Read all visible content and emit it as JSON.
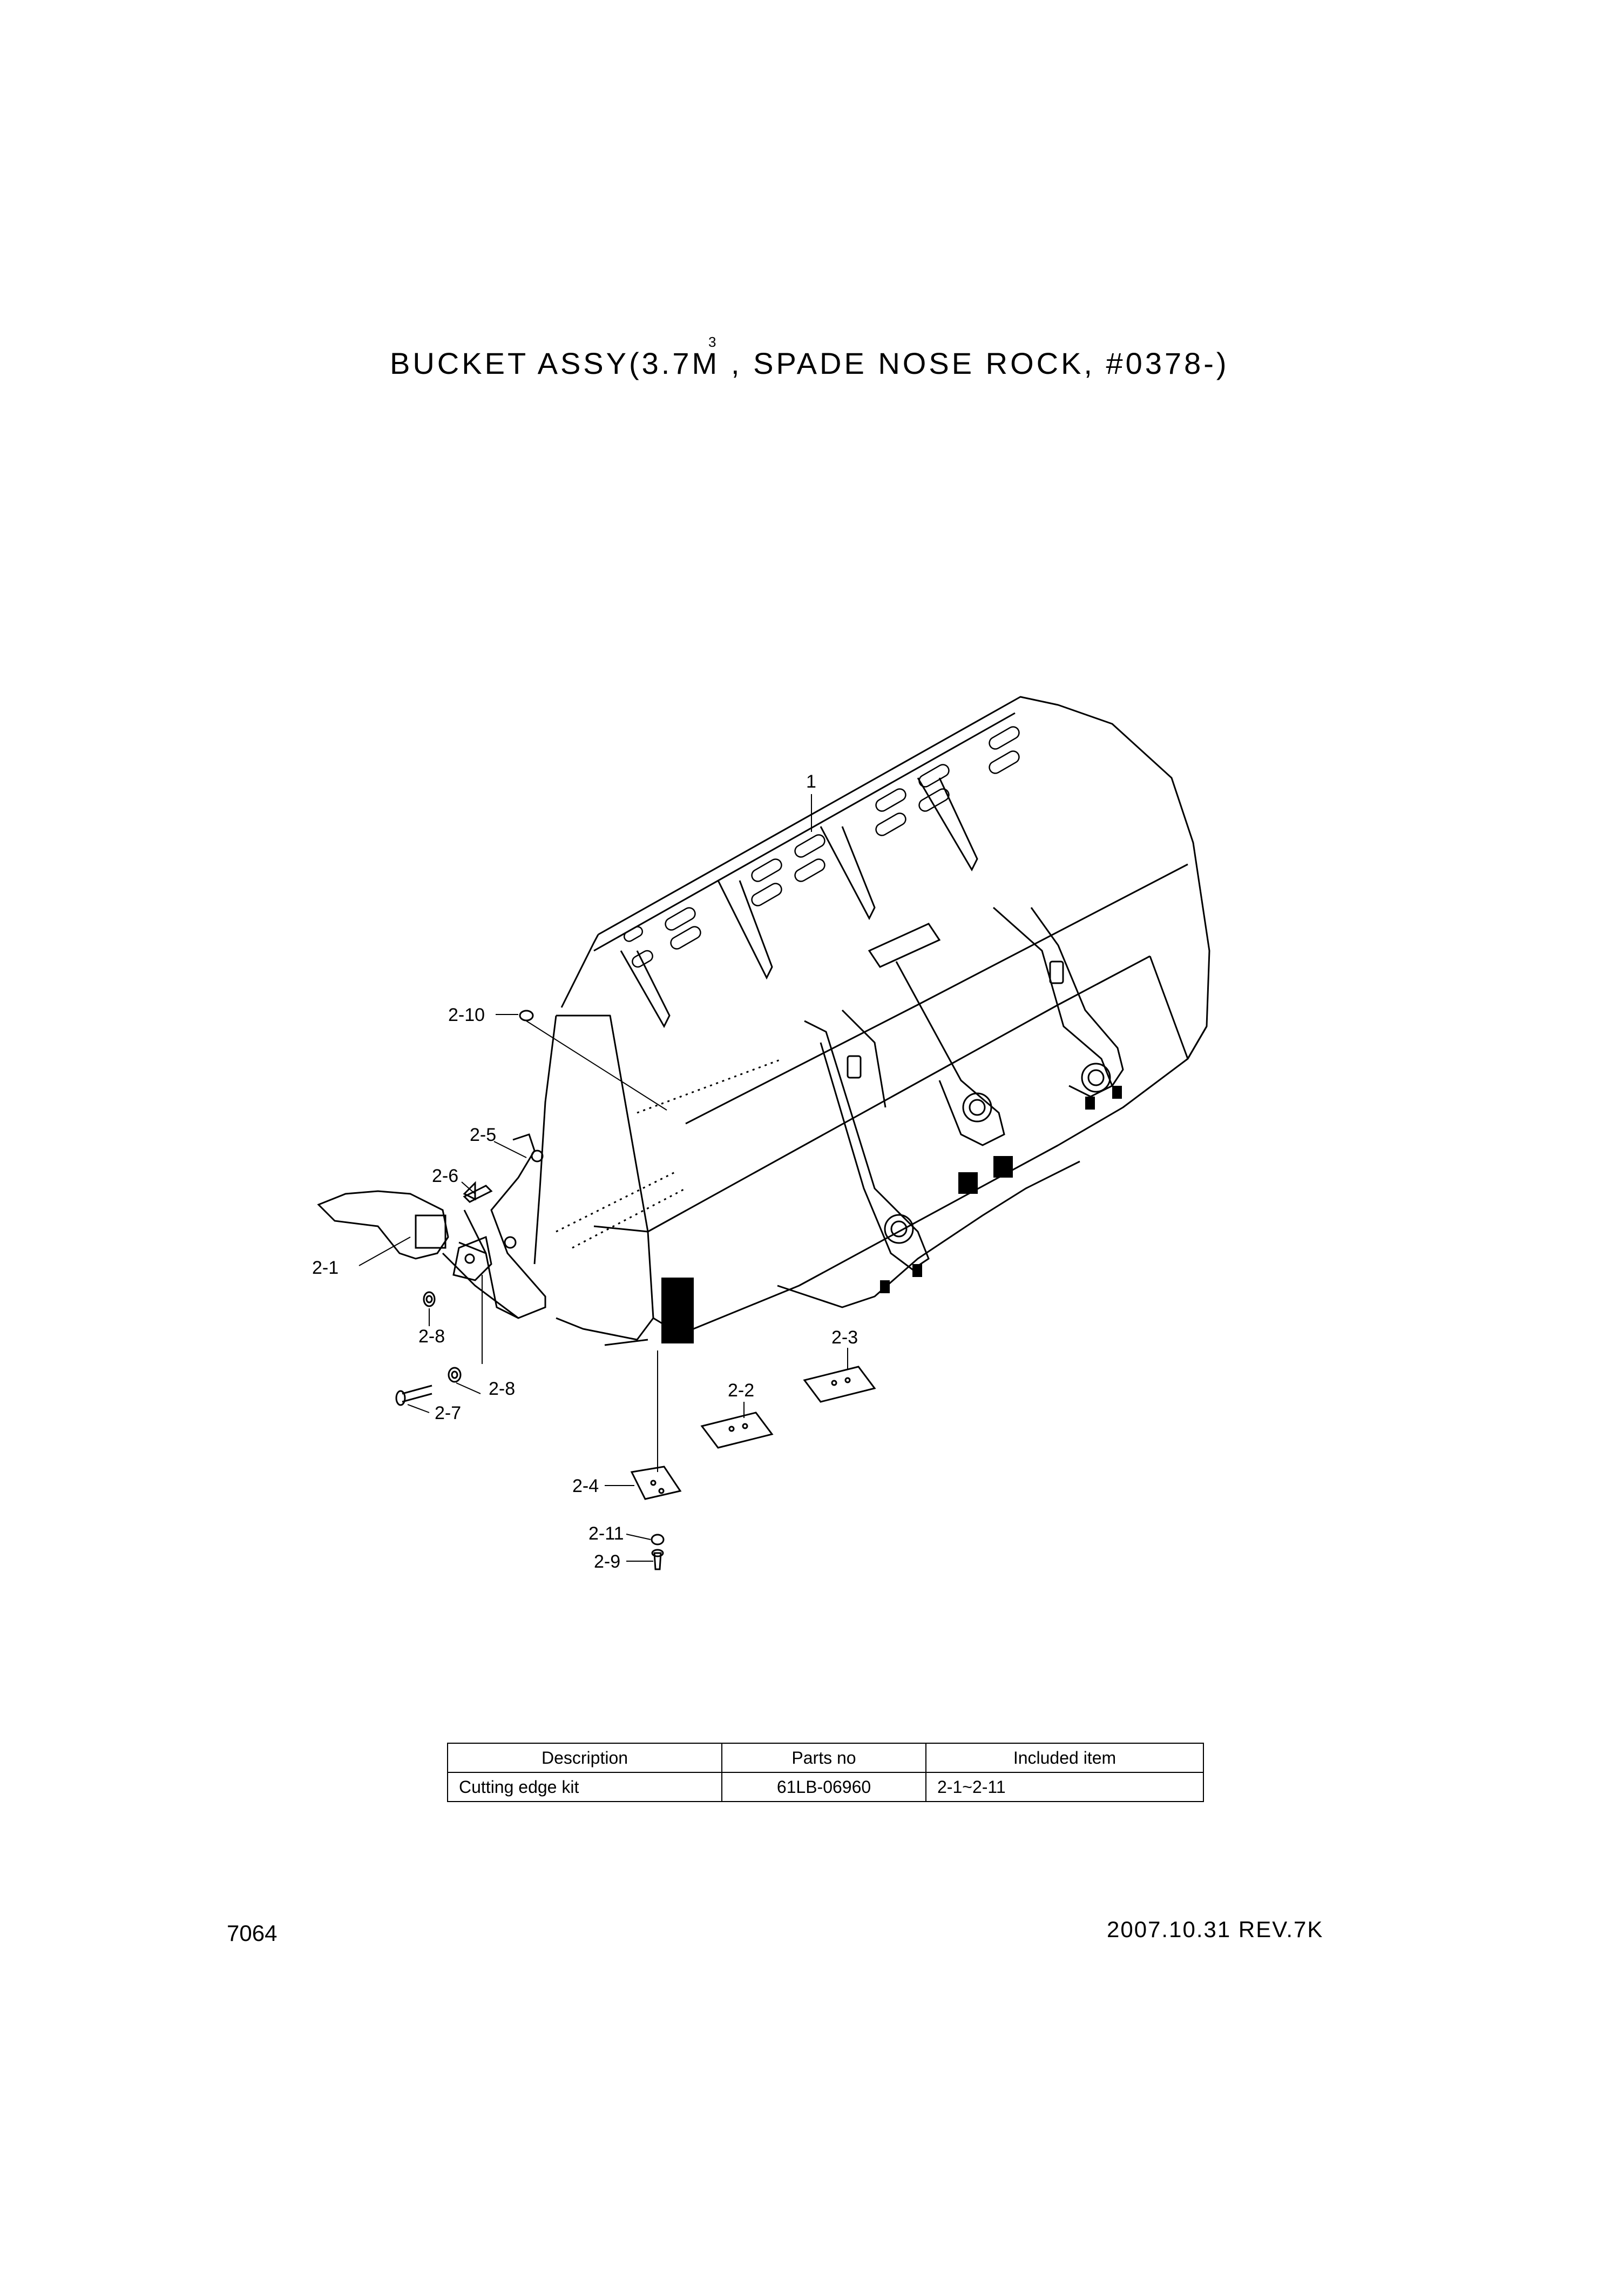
{
  "title": {
    "main": "BUCKET ASSY(3.7M",
    "superscript": "3",
    "rest": ", SPADE NOSE ROCK, #0378-)"
  },
  "callouts": [
    "1",
    "2-10",
    "2-5",
    "2-6",
    "2-1",
    "2-8",
    "2-8",
    "2-7",
    "2-3",
    "2-2",
    "2-4",
    "2-11",
    "2-9"
  ],
  "table": {
    "headers": [
      "Description",
      "Parts no",
      "Included item"
    ],
    "rows": [
      [
        "Cutting edge kit",
        "61LB-06960",
        "2-1~2-11"
      ]
    ]
  },
  "footer": {
    "page_number": "7064",
    "revision": "2007.10.31  REV.7K"
  }
}
